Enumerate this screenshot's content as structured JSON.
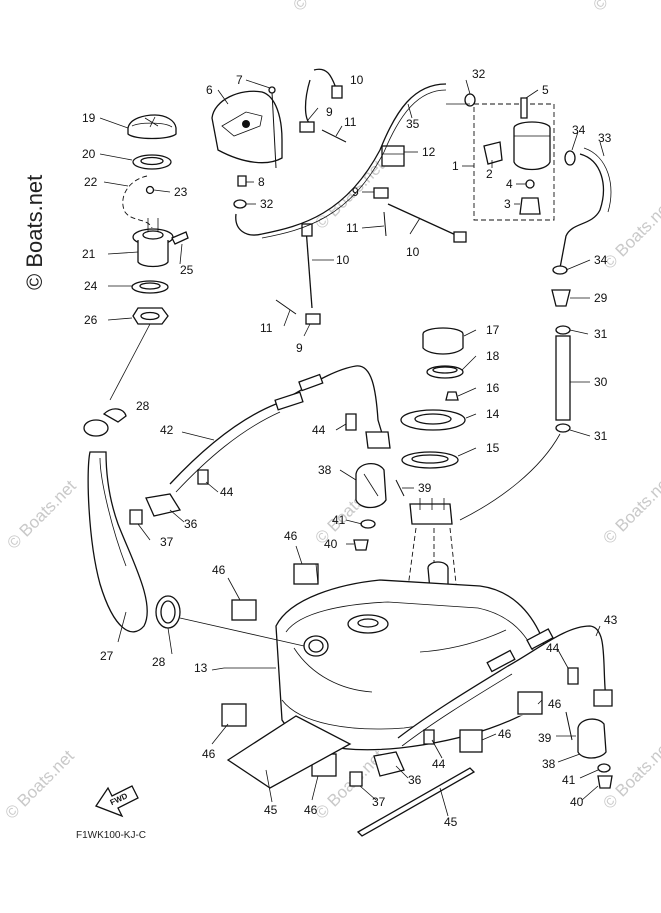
{
  "watermarks": {
    "vertical": "© Boats.net",
    "tiled": "© Boats.net"
  },
  "fwd_label": "FWD",
  "diagram_code": "F1WK100-KJ-C",
  "callouts": [
    {
      "id": "c1",
      "text": "1"
    },
    {
      "id": "c2",
      "text": "2"
    },
    {
      "id": "c3",
      "text": "3"
    },
    {
      "id": "c4",
      "text": "4"
    },
    {
      "id": "c5",
      "text": "5"
    },
    {
      "id": "c6",
      "text": "6"
    },
    {
      "id": "c7",
      "text": "7"
    },
    {
      "id": "c8",
      "text": "8"
    },
    {
      "id": "c9a",
      "text": "9"
    },
    {
      "id": "c9b",
      "text": "9"
    },
    {
      "id": "c9c",
      "text": "9"
    },
    {
      "id": "c10a",
      "text": "10"
    },
    {
      "id": "c10b",
      "text": "10"
    },
    {
      "id": "c10c",
      "text": "10"
    },
    {
      "id": "c11a",
      "text": "11"
    },
    {
      "id": "c11b",
      "text": "11"
    },
    {
      "id": "c11c",
      "text": "11"
    },
    {
      "id": "c12",
      "text": "12"
    },
    {
      "id": "c13",
      "text": "13"
    },
    {
      "id": "c14",
      "text": "14"
    },
    {
      "id": "c15",
      "text": "15"
    },
    {
      "id": "c16",
      "text": "16"
    },
    {
      "id": "c17",
      "text": "17"
    },
    {
      "id": "c18",
      "text": "18"
    },
    {
      "id": "c19",
      "text": "19"
    },
    {
      "id": "c20",
      "text": "20"
    },
    {
      "id": "c21",
      "text": "21"
    },
    {
      "id": "c22",
      "text": "22"
    },
    {
      "id": "c23",
      "text": "23"
    },
    {
      "id": "c24",
      "text": "24"
    },
    {
      "id": "c25",
      "text": "25"
    },
    {
      "id": "c26",
      "text": "26"
    },
    {
      "id": "c27",
      "text": "27"
    },
    {
      "id": "c28a",
      "text": "28"
    },
    {
      "id": "c28b",
      "text": "28"
    },
    {
      "id": "c29",
      "text": "29"
    },
    {
      "id": "c30",
      "text": "30"
    },
    {
      "id": "c31a",
      "text": "31"
    },
    {
      "id": "c31b",
      "text": "31"
    },
    {
      "id": "c32a",
      "text": "32"
    },
    {
      "id": "c32b",
      "text": "32"
    },
    {
      "id": "c33",
      "text": "33"
    },
    {
      "id": "c34a",
      "text": "34"
    },
    {
      "id": "c34b",
      "text": "34"
    },
    {
      "id": "c35",
      "text": "35"
    },
    {
      "id": "c36a",
      "text": "36"
    },
    {
      "id": "c36b",
      "text": "36"
    },
    {
      "id": "c37a",
      "text": "37"
    },
    {
      "id": "c37b",
      "text": "37"
    },
    {
      "id": "c38a",
      "text": "38"
    },
    {
      "id": "c38b",
      "text": "38"
    },
    {
      "id": "c39a",
      "text": "39"
    },
    {
      "id": "c39b",
      "text": "39"
    },
    {
      "id": "c40a",
      "text": "40"
    },
    {
      "id": "c40b",
      "text": "40"
    },
    {
      "id": "c41a",
      "text": "41"
    },
    {
      "id": "c41b",
      "text": "41"
    },
    {
      "id": "c42",
      "text": "42"
    },
    {
      "id": "c43",
      "text": "43"
    },
    {
      "id": "c44a",
      "text": "44"
    },
    {
      "id": "c44b",
      "text": "44"
    },
    {
      "id": "c44c",
      "text": "44"
    },
    {
      "id": "c44d",
      "text": "44"
    },
    {
      "id": "c45a",
      "text": "45"
    },
    {
      "id": "c45b",
      "text": "45"
    },
    {
      "id": "c46a",
      "text": "46"
    },
    {
      "id": "c46b",
      "text": "46"
    },
    {
      "id": "c46c",
      "text": "46"
    },
    {
      "id": "c46d",
      "text": "46"
    },
    {
      "id": "c46e",
      "text": "46"
    },
    {
      "id": "c46f",
      "text": "46"
    }
  ]
}
